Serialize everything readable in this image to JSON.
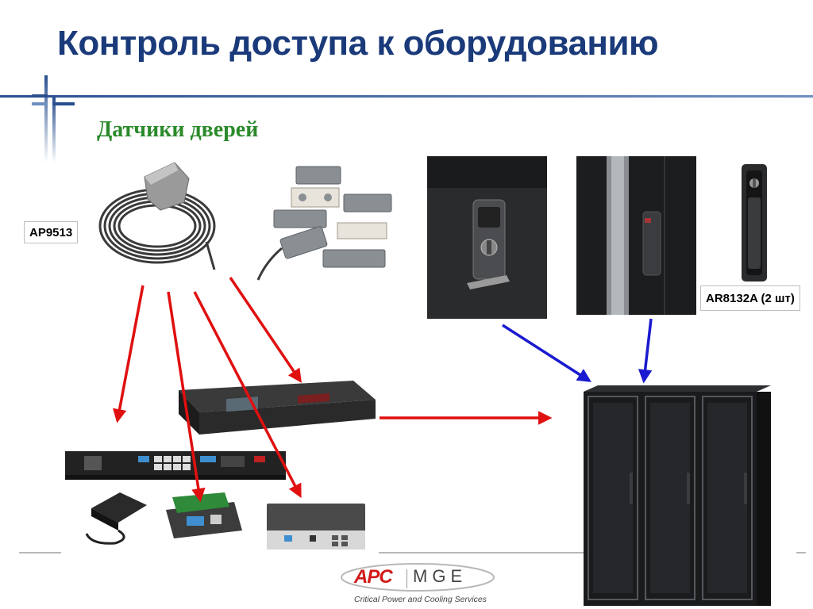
{
  "slide": {
    "title": "Контроль доступа к оборудованию",
    "subtitle": "Датчики дверей"
  },
  "labels": {
    "ap9513": "AP9513",
    "ar8132a": "AR8132A (2 шт)"
  },
  "logo": {
    "brand": "APC",
    "partner": "MGE",
    "tagline": "Critical Power and Cooling Services"
  },
  "colors": {
    "title": "#1a3a7a",
    "subtitle": "#2b8a2b",
    "red_arrow": "#e01010",
    "blue_arrow": "#1a1ad0",
    "logo_red": "#d01a1a"
  }
}
